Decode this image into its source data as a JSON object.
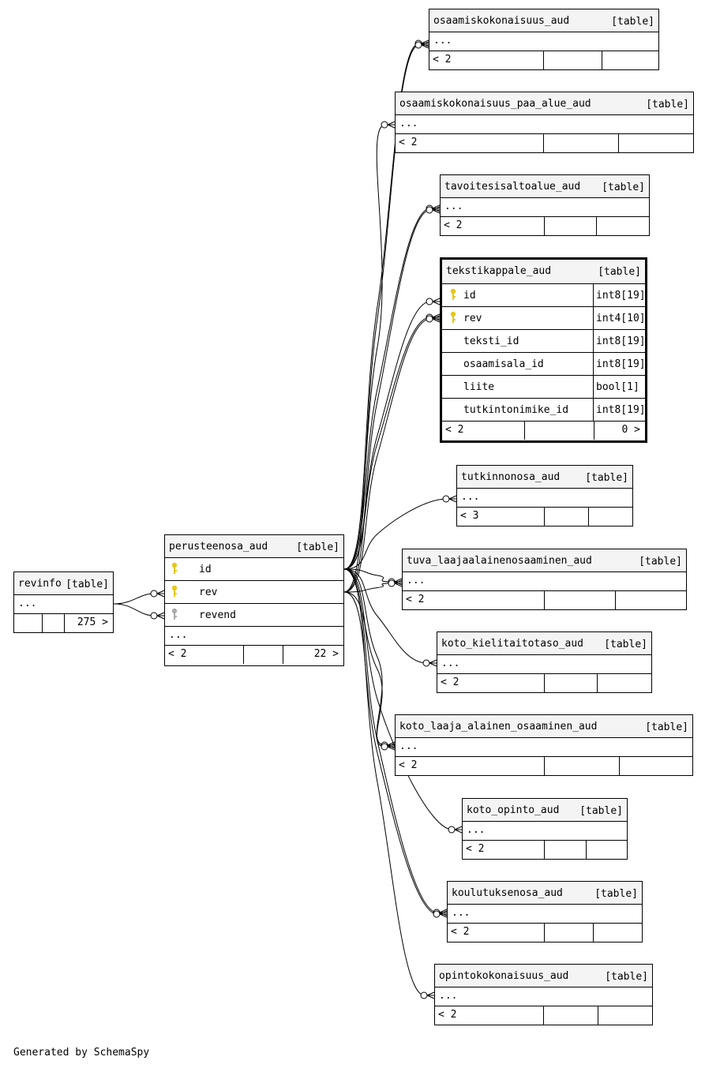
{
  "revinfo": {
    "name": "revinfo",
    "type": "[table]",
    "body": "...",
    "children": "275 >"
  },
  "perusteenosa_aud": {
    "name": "perusteenosa_aud",
    "type": "[table]",
    "columns": [
      {
        "name": "id",
        "key": "primary"
      },
      {
        "name": "rev",
        "key": "primary"
      },
      {
        "name": "revend",
        "key": "foreign"
      }
    ],
    "more": "...",
    "parents": "< 2",
    "children": "22 >"
  },
  "tekstikappale_aud": {
    "name": "tekstikappale_aud",
    "type": "[table]",
    "columns": [
      {
        "name": "id",
        "type": "int8[19]",
        "key": "primary"
      },
      {
        "name": "rev",
        "type": "int4[10]",
        "key": "primary"
      },
      {
        "name": "teksti_id",
        "type": "int8[19]"
      },
      {
        "name": "osaamisala_id",
        "type": "int8[19]"
      },
      {
        "name": "liite",
        "type": "bool[1]"
      },
      {
        "name": "tutkintonimike_id",
        "type": "int8[19]"
      }
    ],
    "parents": "< 2",
    "children": "0 >"
  },
  "tables": [
    {
      "name": "osaamiskokonaisuus_aud",
      "type": "[table]",
      "body": "...",
      "parents": "< 2"
    },
    {
      "name": "osaamiskokonaisuus_paa_alue_aud",
      "type": "[table]",
      "body": "...",
      "parents": "< 2"
    },
    {
      "name": "tavoitesisaltoalue_aud",
      "type": "[table]",
      "body": "...",
      "parents": "< 2"
    },
    {
      "name": "tutkinnonosa_aud",
      "type": "[table]",
      "body": "...",
      "parents": "< 3"
    },
    {
      "name": "tuva_laajaalainenosaaminen_aud",
      "type": "[table]",
      "body": "...",
      "parents": "< 2"
    },
    {
      "name": "koto_kielitaitotaso_aud",
      "type": "[table]",
      "body": "...",
      "parents": "< 2"
    },
    {
      "name": "koto_laaja_alainen_osaaminen_aud",
      "type": "[table]",
      "body": "...",
      "parents": "< 2"
    },
    {
      "name": "koto_opinto_aud",
      "type": "[table]",
      "body": "...",
      "parents": "< 2"
    },
    {
      "name": "koulutuksenosa_aud",
      "type": "[table]",
      "body": "...",
      "parents": "< 2"
    },
    {
      "name": "opintokokonaisuus_aud",
      "type": "[table]",
      "body": "...",
      "parents": "< 2"
    }
  ],
  "colors": {
    "primary_key": "#e6c619",
    "foreign_key": "#aaaaaa",
    "header_bg": "#f4f4f4"
  },
  "footer_text": "Generated by SchemaSpy"
}
